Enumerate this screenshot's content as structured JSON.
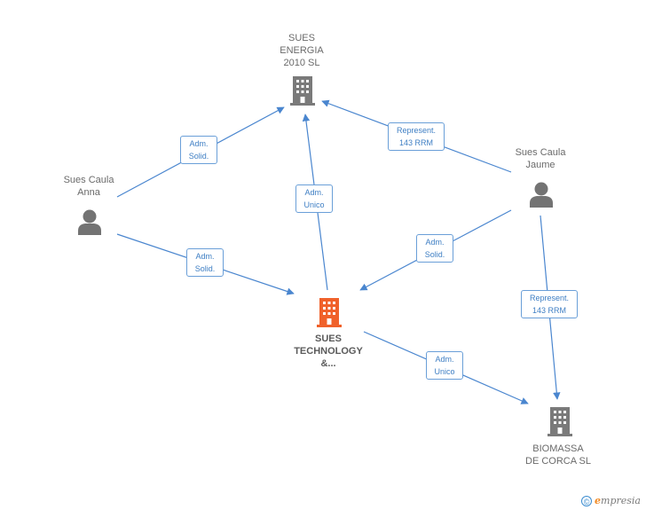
{
  "colors": {
    "edge": "#4a86cf",
    "company": "#7a7a7a",
    "focus_company": "#f0612a",
    "person": "#737373"
  },
  "nodes": {
    "sues_energia": {
      "lines": [
        "SUES",
        "ENERGIA",
        "2010  SL"
      ],
      "icon": "building-icon"
    },
    "sues_technology": {
      "lines": [
        "SUES",
        "TECHNOLOGY",
        "&..."
      ],
      "icon": "building-icon"
    },
    "biomassa": {
      "lines": [
        "BIOMASSA",
        "DE CORCA SL"
      ],
      "icon": "building-icon"
    },
    "anna": {
      "lines": [
        "Sues Caula",
        "Anna"
      ],
      "icon": "person-icon"
    },
    "jaume": {
      "lines": [
        "Sues Caula",
        "Jaume"
      ],
      "icon": "person-icon"
    }
  },
  "edges": {
    "anna_energia": [
      "Adm.",
      "Solid."
    ],
    "anna_technology": [
      "Adm.",
      "Solid."
    ],
    "technology_energia": [
      "Adm.",
      "Unico"
    ],
    "jaume_energia": [
      "Represent.",
      "143 RRM"
    ],
    "jaume_technology": [
      "Adm.",
      "Solid."
    ],
    "jaume_biomassa": [
      "Represent.",
      "143 RRM"
    ],
    "technology_biomassa": [
      "Adm.",
      "Unico"
    ]
  },
  "footer": {
    "copyright_symbol": "©",
    "brand_initial": "e",
    "brand_rest": "mpresia"
  }
}
